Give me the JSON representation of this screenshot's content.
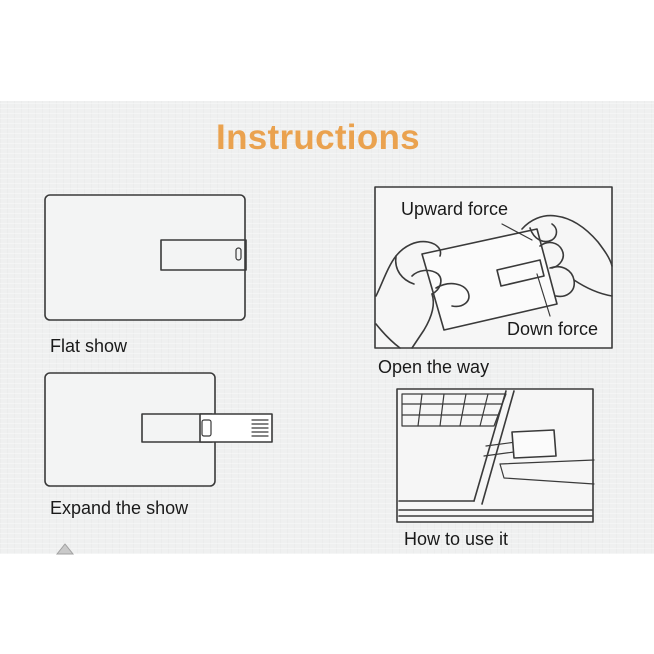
{
  "title": "Instructions",
  "panels": [
    {
      "id": "flat",
      "caption": "Flat show",
      "icon": "usb-card-closed-icon"
    },
    {
      "id": "expand",
      "caption": "Expand the show",
      "icon": "usb-card-expanded-icon"
    },
    {
      "id": "open",
      "caption": "Open the way",
      "icon": "hands-opening-card-icon",
      "callouts": [
        "Upward force",
        "Down force"
      ]
    },
    {
      "id": "use",
      "caption": "How to use it",
      "icon": "laptop-usb-port-icon"
    }
  ],
  "colors": {
    "title": "#eaa24f",
    "panel_bg": "#eff0f0",
    "stroke": "#3a3a3a",
    "text": "#1a1a1a"
  }
}
